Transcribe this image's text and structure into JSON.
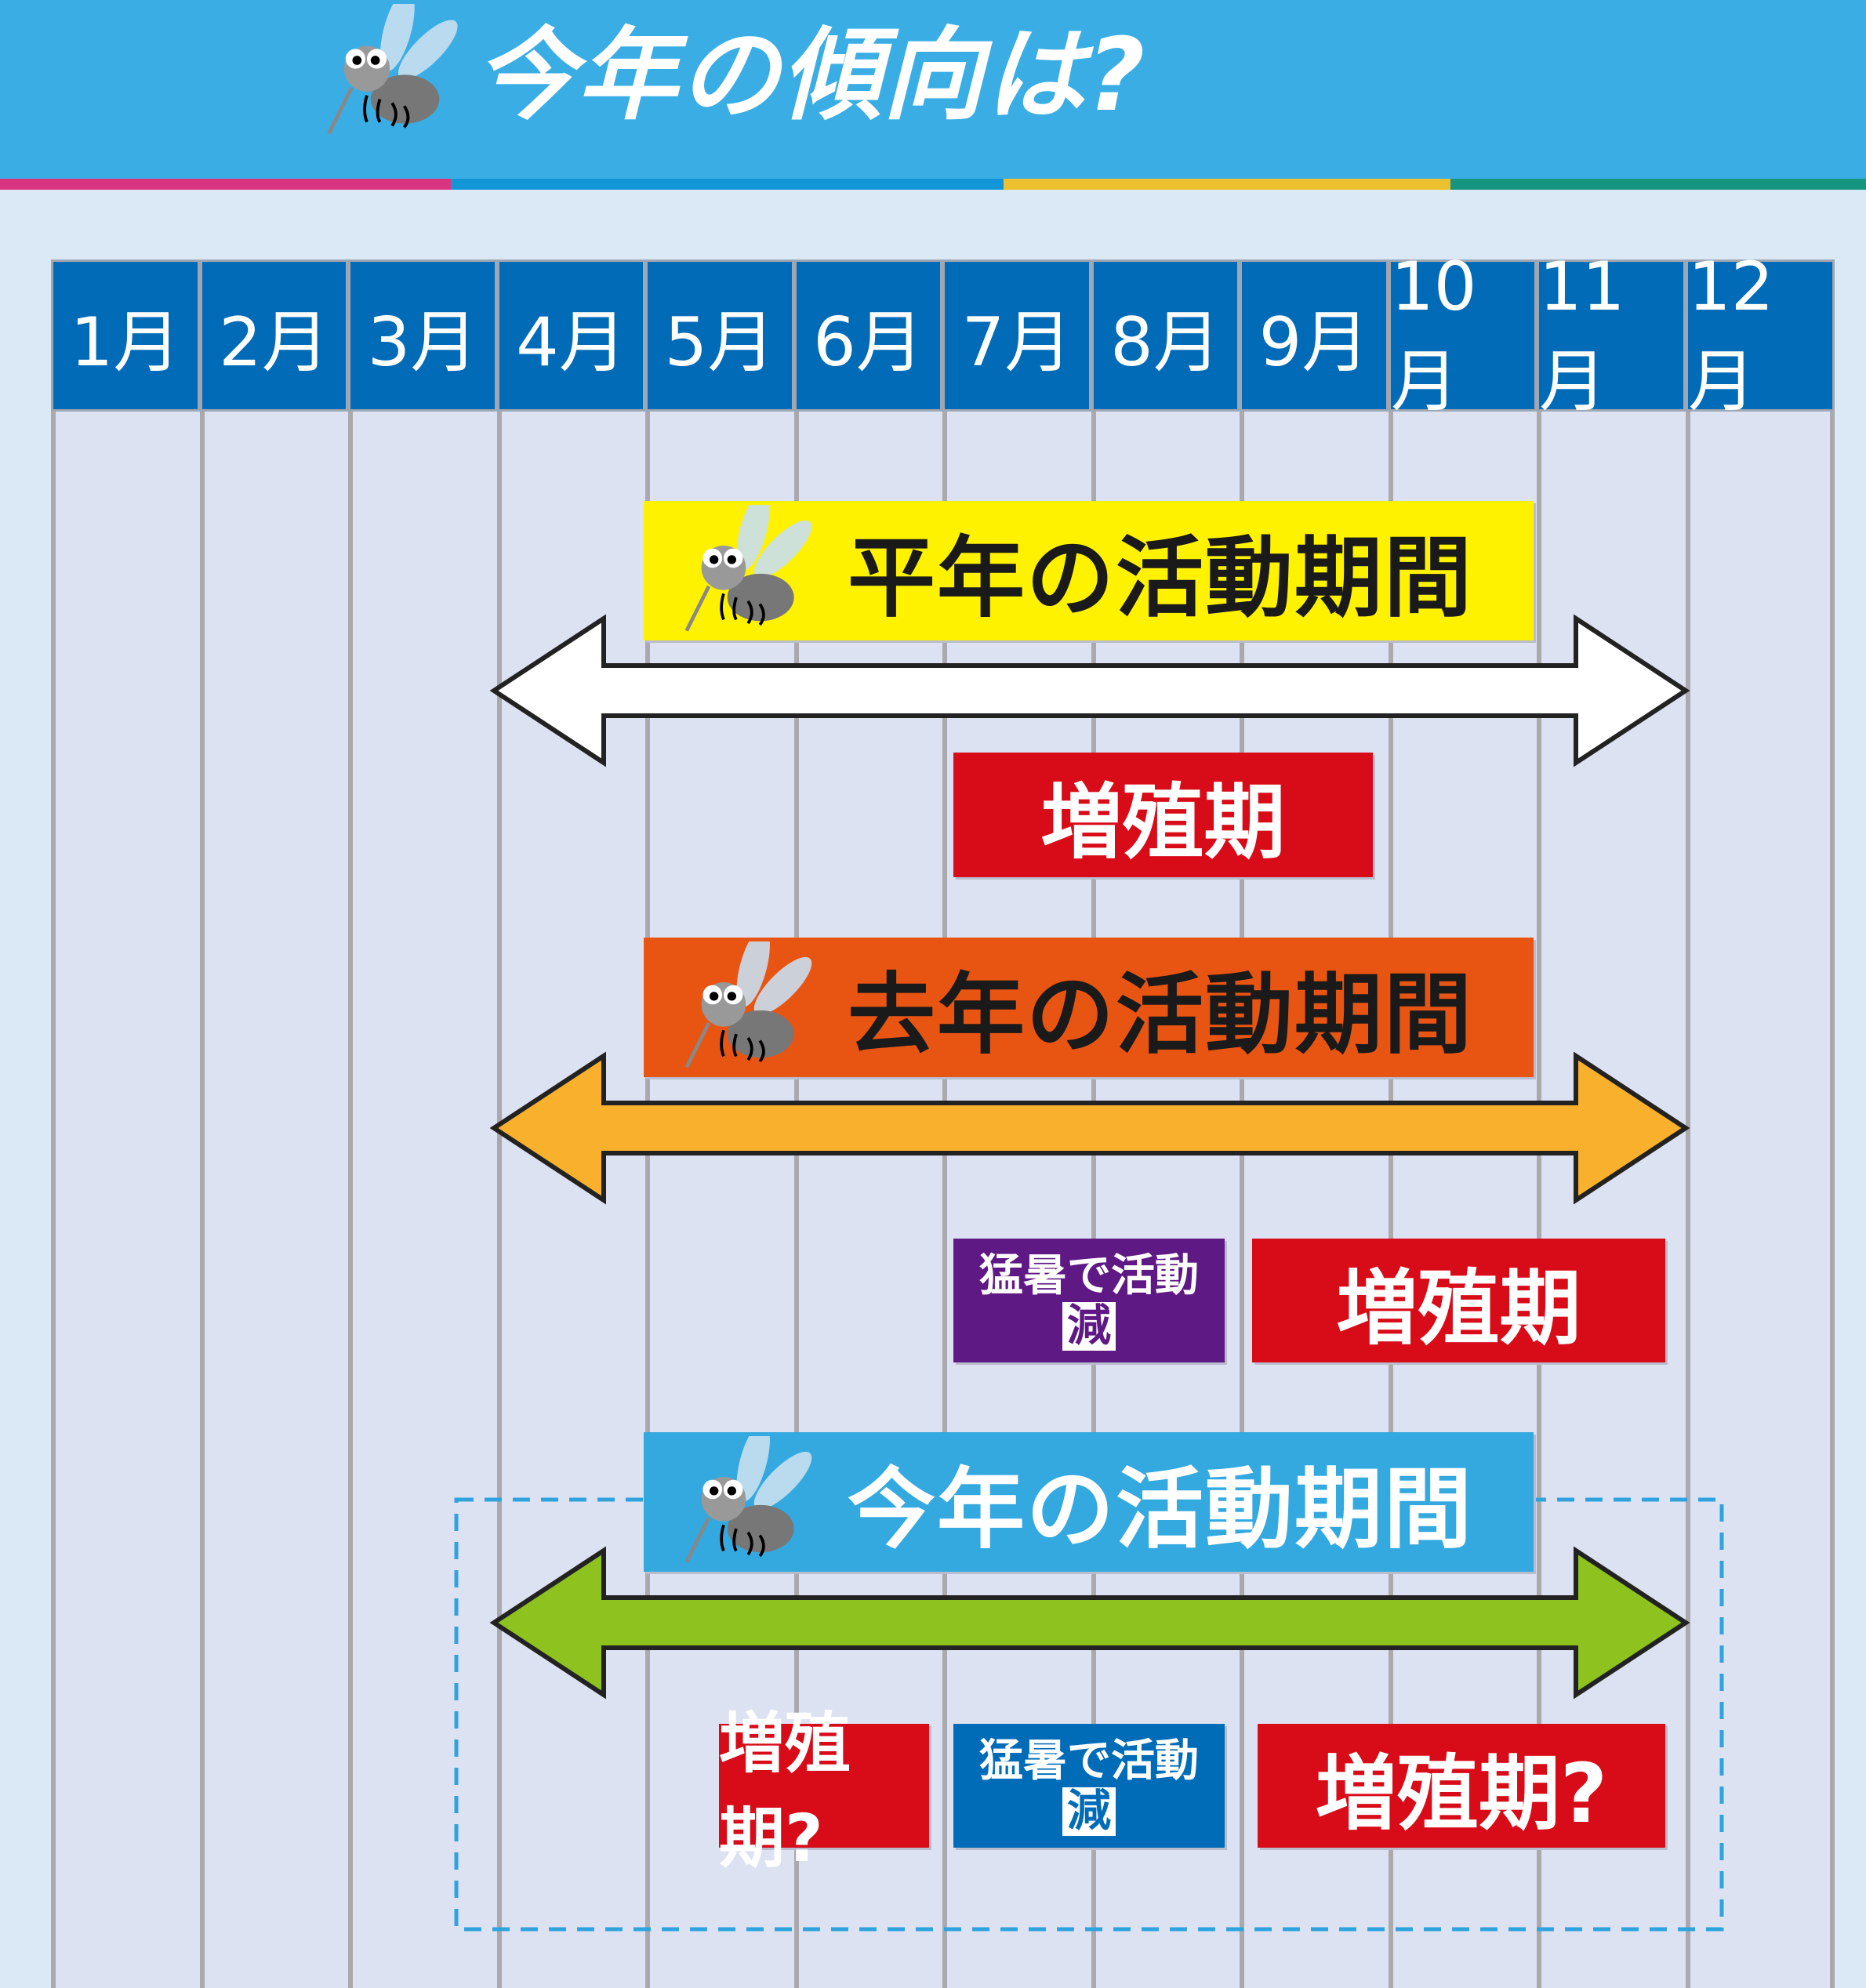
{
  "header": {
    "title": "今年の傾向は?",
    "icon": "mosquito-icon"
  },
  "months": [
    "1月",
    "2月",
    "3月",
    "4月",
    "5月",
    "6月",
    "7月",
    "8月",
    "9月",
    "10月",
    "11月",
    "12月"
  ],
  "rows": {
    "normal": {
      "label": "平年の活動期間",
      "color": "#fff200",
      "arrow_color": "#ffffff",
      "breeding": "増殖期"
    },
    "last_year": {
      "label": "去年の活動期間",
      "color": "#e85513",
      "arrow_color": "#f9b12d",
      "heat_line1": "猛暑で活動",
      "heat_line2": "減",
      "breeding": "増殖期"
    },
    "this_year": {
      "label": "今年の活動期間",
      "color": "#34a9e0",
      "arrow_color": "#8dc21f",
      "breeding_early": "増殖期?",
      "heat_line1": "猛暑で活動",
      "heat_line2": "減",
      "breeding_late": "増殖期?"
    }
  },
  "colors": {
    "header": "#3aaee4",
    "month_header": "#026bb7",
    "red": "#d80c18",
    "purple": "#5f1985",
    "blue": "#006cb8"
  }
}
